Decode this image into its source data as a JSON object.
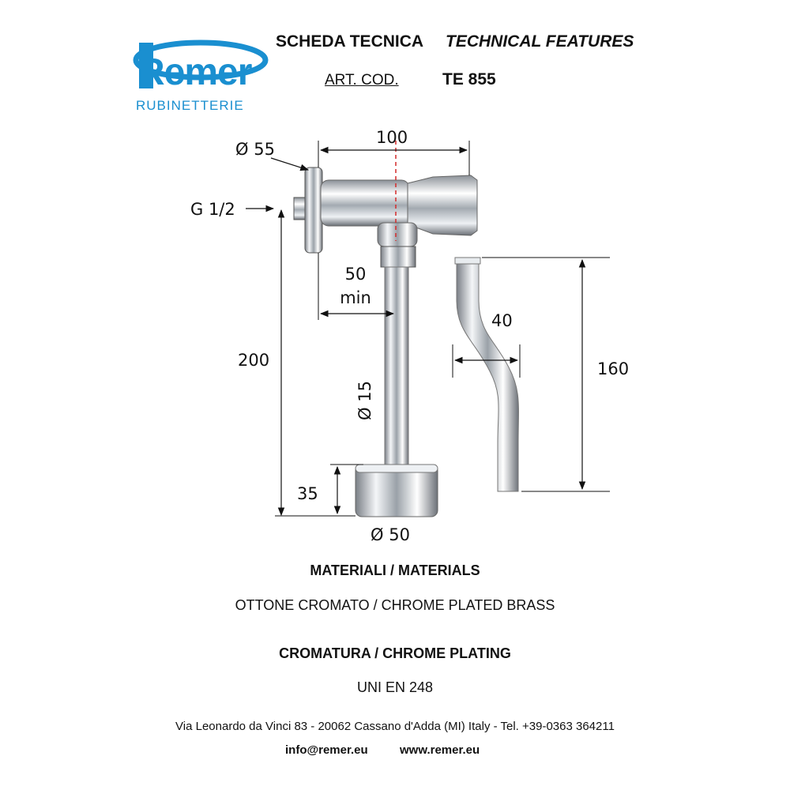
{
  "brand": {
    "logo_word": "Remer",
    "logo_sub": "RUBINETTERIE",
    "color": "#1a8fd0"
  },
  "header": {
    "title_it": "SCHEDA TECNICA",
    "title_en": "TECHNICAL FEATURES",
    "art_label": "ART. COD.",
    "art_code": "TE 855"
  },
  "dimensions": {
    "d55": "Ø 55",
    "width": "100",
    "thread": "G 1/2",
    "min_value": "50",
    "min_unit": "min",
    "height_total": "200",
    "pipe_diam": "Ø 15",
    "base_height": "35",
    "base_diam": "Ø 50",
    "offset": "40",
    "alt_height": "160"
  },
  "specs": {
    "materials_title": "MATERIALI / MATERIALS",
    "materials_value": "OTTONE CROMATO / CHROME PLATED BRASS",
    "plating_title": "CROMATURA / CHROME PLATING",
    "plating_value": "UNI EN 248"
  },
  "footer": {
    "address": "Via Leonardo da Vinci 83 - 20062 Cassano d'Adda (MI) Italy - Tel. +39-0363 364211",
    "email": "info@remer.eu",
    "website": "www.remer.eu"
  }
}
